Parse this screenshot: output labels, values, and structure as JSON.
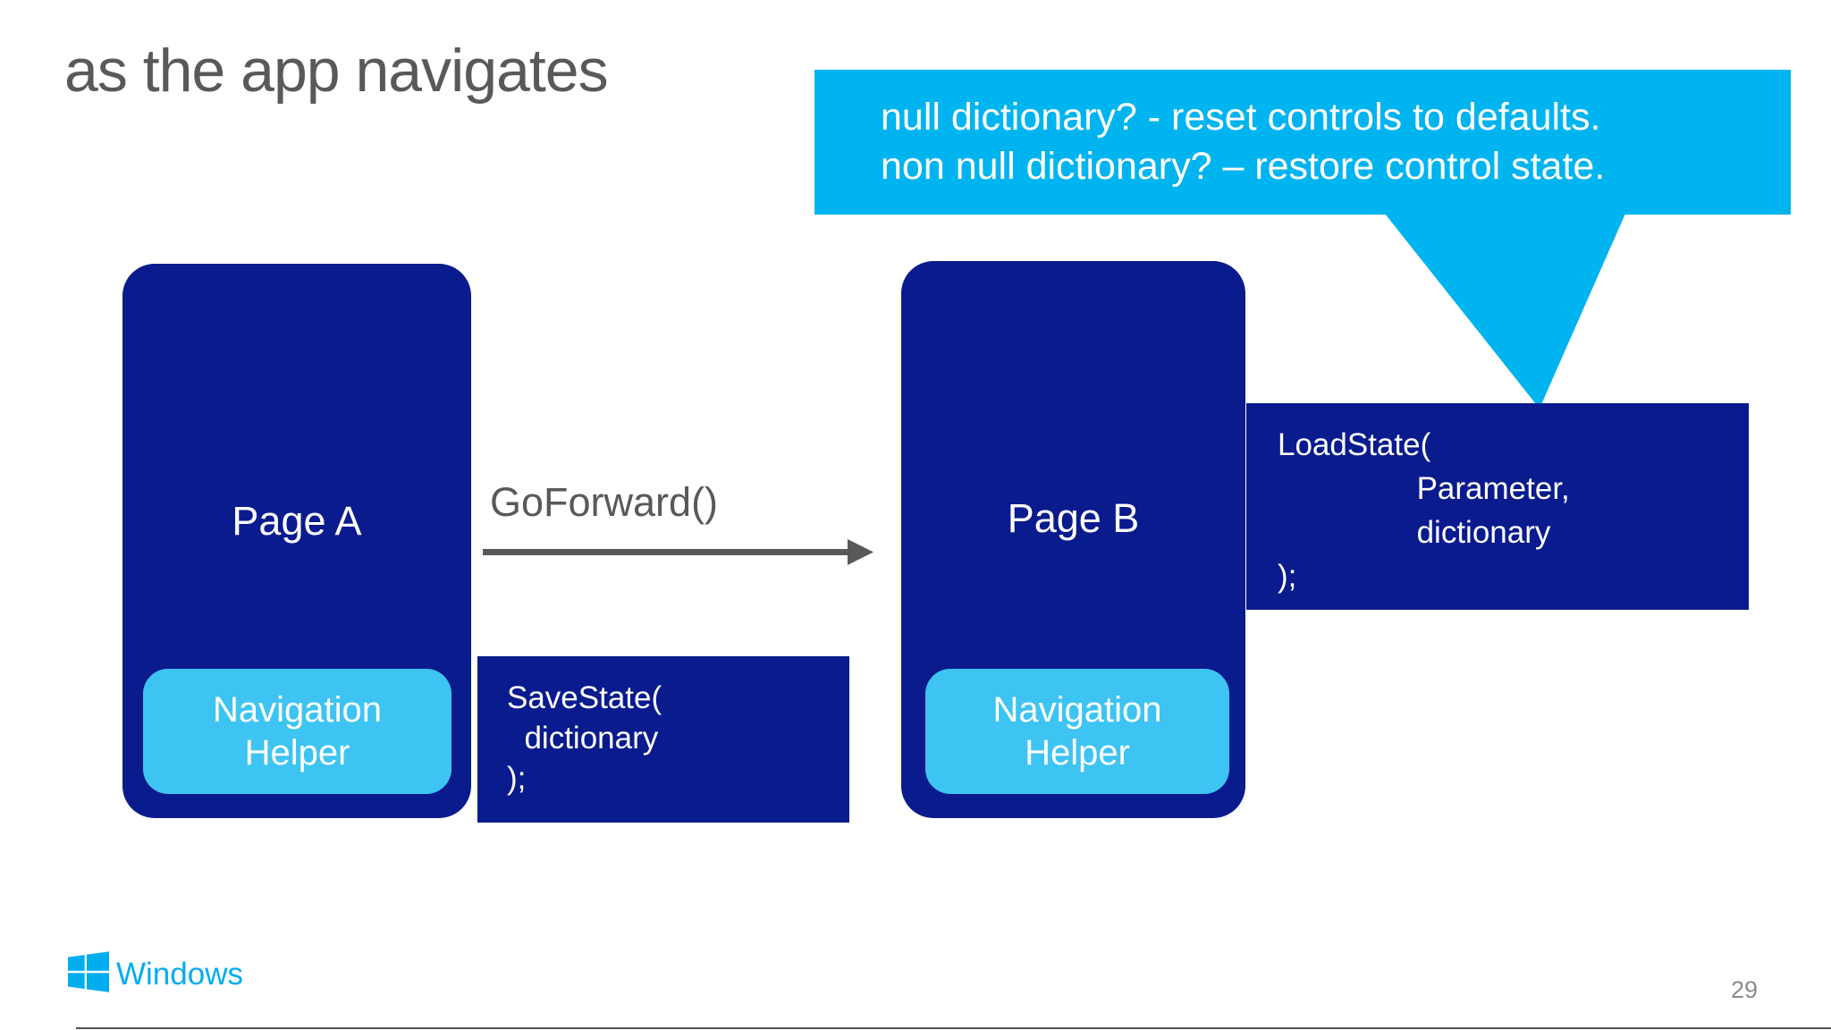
{
  "slide": {
    "title": "as the app navigates",
    "page_number": "29"
  },
  "callout": {
    "lines": [
      "null dictionary? - reset controls to defaults.",
      "non null dictionary? – restore control state."
    ]
  },
  "pages": {
    "a": {
      "label": "Page A",
      "helper_label": "Navigation\nHelper"
    },
    "b": {
      "label": "Page B",
      "helper_label": "Navigation\nHelper"
    }
  },
  "transition": {
    "method_label": "GoForward()"
  },
  "code": {
    "save_state": "SaveState(\n  dictionary\n);",
    "load_state": "LoadState(\n                Parameter,\n                dictionary\n);"
  },
  "footer": {
    "brand": "Windows"
  },
  "colors": {
    "navy": "#0A1B8E",
    "callout_cyan": "#00B4F0",
    "helper_cyan": "#3EC4F2",
    "text_gray": "#595959",
    "brand_cyan": "#00ADEF"
  }
}
